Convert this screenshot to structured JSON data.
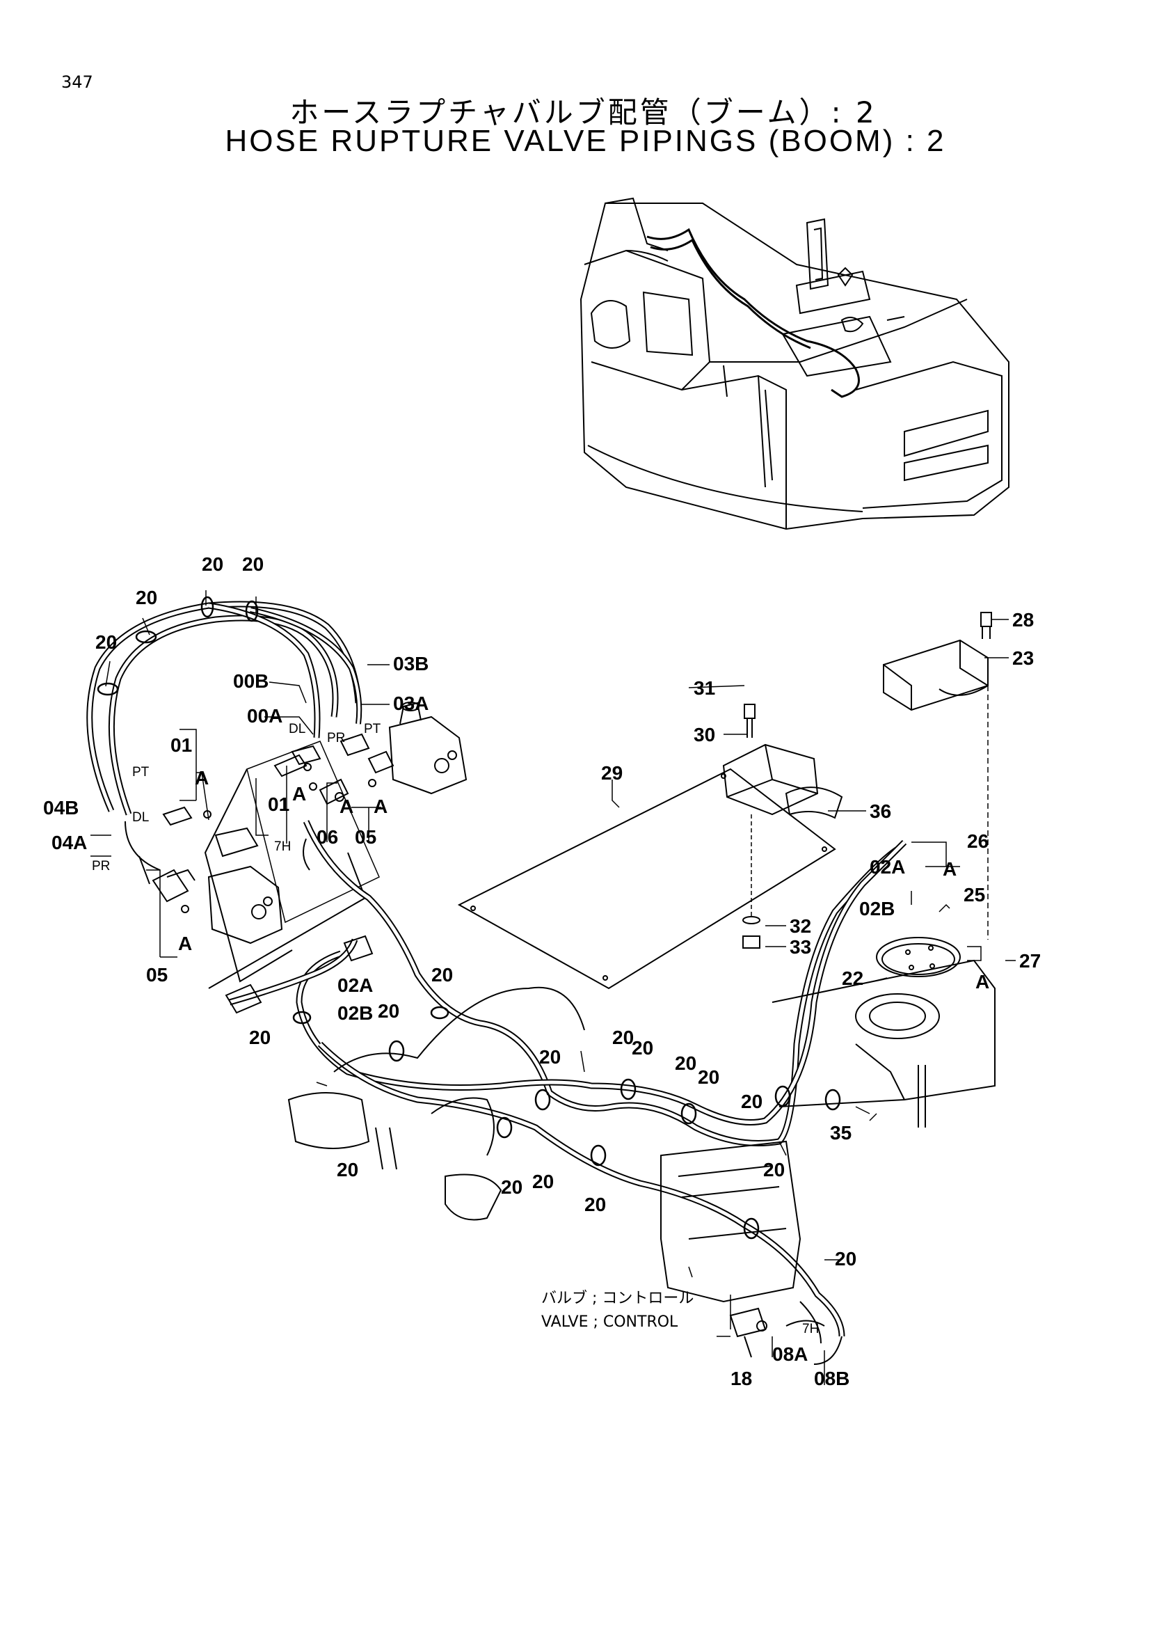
{
  "page": {
    "number": "347",
    "title_jp": "ホースラプチャバルブ配管（ブーム）: 2",
    "title_en": "HOSE RUPTURE VALVE PIPINGS (BOOM) : 2"
  },
  "callouts": {
    "c20a": "20",
    "c20b": "20",
    "c20c": "20",
    "c20d": "20",
    "c20e": "20",
    "c20f": "20",
    "c20g": "20",
    "c20h": "20",
    "c20i": "20",
    "c20j": "20",
    "c20k": "20",
    "c20l": "20",
    "c20m": "20",
    "c20n": "20",
    "c20o": "20",
    "c20p": "20",
    "c20q": "20",
    "c20r": "20",
    "c20s": "20",
    "c00B": "00B",
    "c00A": "00A",
    "c03B": "03B",
    "c03A": "03A",
    "c01a": "01",
    "c01b": "01",
    "c04B": "04B",
    "c04A": "04A",
    "c06": "06",
    "c05a": "05",
    "c05b": "05",
    "cAa": "A",
    "cAb": "A",
    "cAc": "A",
    "cAd": "A",
    "cAe": "A",
    "cAf": "A",
    "c31": "31",
    "c30": "30",
    "c29": "29",
    "c36": "36",
    "c32": "32",
    "c33": "33",
    "c28": "28",
    "c23": "23",
    "c26": "26",
    "c25": "25",
    "c27": "27",
    "c22": "22",
    "c02Aa": "02A",
    "c02Ba": "02B",
    "c02Ab": "02A",
    "c02Bb": "02B",
    "c35": "35",
    "c18": "18",
    "c08A": "08A",
    "c08B": "08B"
  },
  "port_labels": {
    "dl_a": "DL",
    "pr_a": "PR",
    "pt_a": "PT",
    "pt_b": "PT",
    "dl_b": "DL",
    "pr_b": "PR",
    "h7_a": "7H",
    "h7_b": "7H"
  },
  "valve_label": {
    "jp": "バルブ ; コントロール",
    "en": "VALVE ; CONTROL"
  }
}
